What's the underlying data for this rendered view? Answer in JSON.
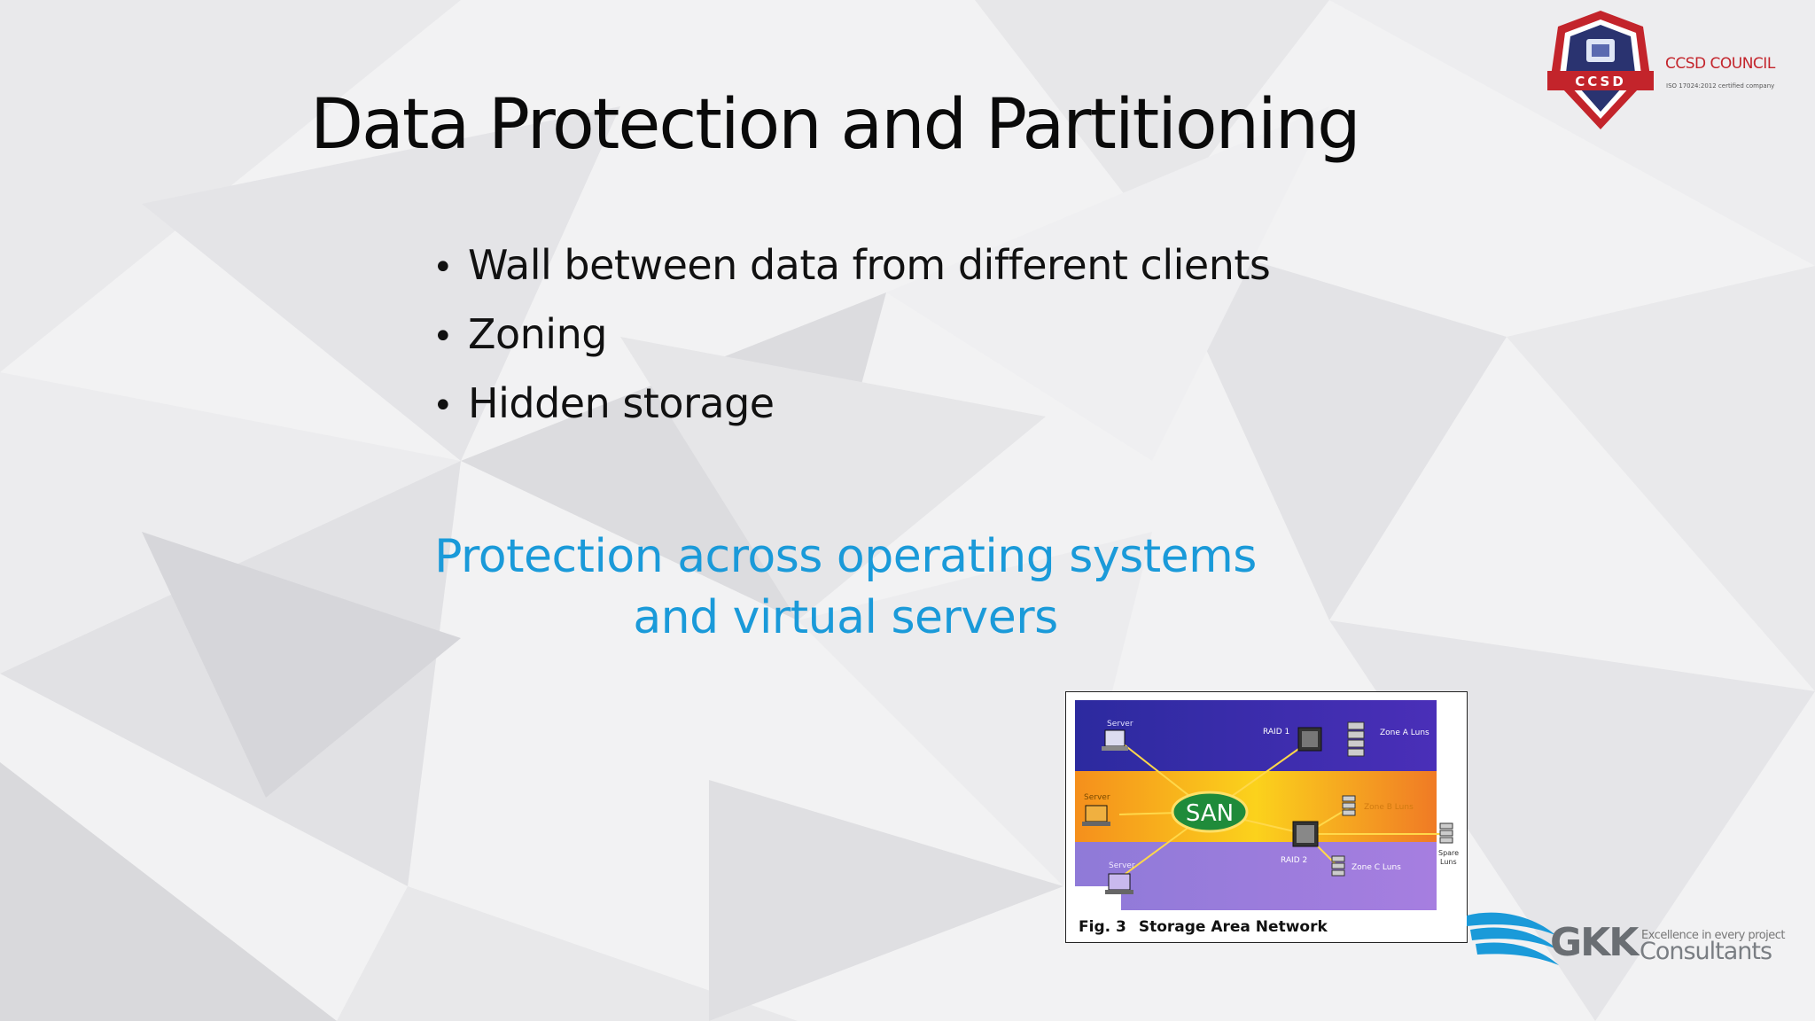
{
  "slide": {
    "title": "Data Protection and Partitioning",
    "bullets": [
      "Wall between data from different clients",
      "Zoning",
      "Hidden storage"
    ],
    "subtitle_lines": [
      "Protection across operating systems",
      "and virtual servers"
    ]
  },
  "figure": {
    "caption_number": "Fig. 3",
    "caption_text": "Storage Area Network",
    "hub_label": "SAN",
    "labels": {
      "server": "Server",
      "raid1": "RAID 1",
      "raid2": "RAID 2",
      "zone_a": "Zone A Luns",
      "zone_b": "Zone B Luns",
      "zone_c": "Zone C Luns",
      "spare": "Spare",
      "luns": "Luns"
    },
    "band_colors": {
      "top": "#2b2aa0",
      "middle": "#f7b21a",
      "bottom": "#9a79d6"
    }
  },
  "logos": {
    "ccsd": {
      "badge_text": "CCSD",
      "name": "CCSD COUNCIL",
      "tagline": "ISO 17024:2012 certified company",
      "primary_color": "#c3242b",
      "secondary_color": "#2a3370"
    },
    "gkk": {
      "name": "GKK",
      "tagline": "Excellence in every project",
      "sub": "Consultants",
      "wave_color": "#1a9ad9"
    }
  },
  "theme": {
    "title_color": "#0a0a0a",
    "subtitle_color": "#1a9ad9"
  }
}
